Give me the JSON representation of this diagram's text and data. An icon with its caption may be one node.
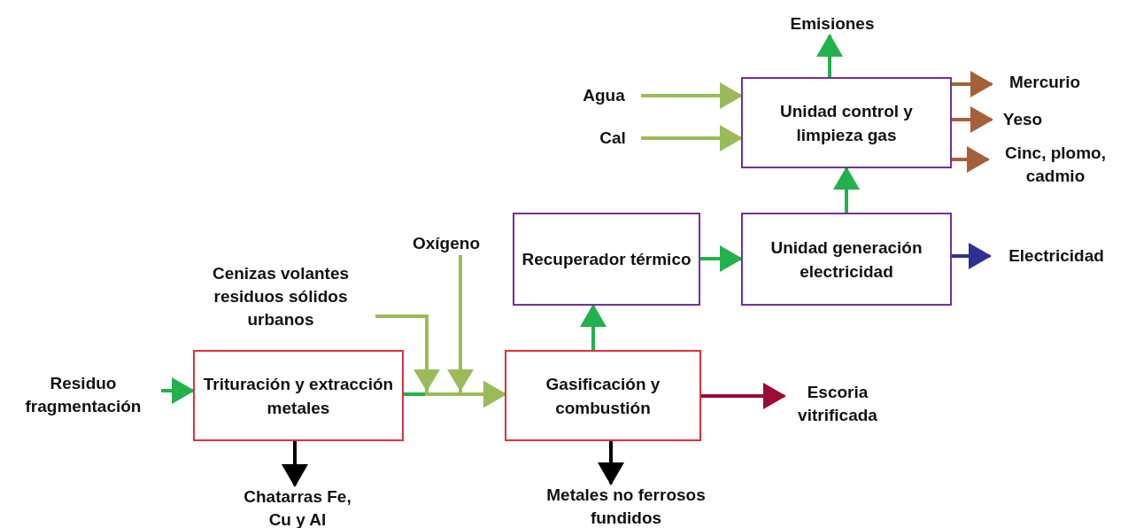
{
  "diagram": {
    "nodes": [
      {
        "text": [
          "Emisiones"
        ]
      },
      {
        "text": [
          "Agua"
        ]
      },
      {
        "text": [
          "Cal"
        ]
      },
      {
        "text": [
          "Unidad control y limpieza gas"
        ]
      },
      {
        "text": [
          "Mercurio"
        ]
      },
      {
        "text": [
          "Yeso"
        ]
      },
      {
        "text": [
          "Cinc, plomo, cadmio"
        ]
      },
      {
        "text": [
          "Oxígeno"
        ]
      },
      {
        "text": [
          "Recuperador térmico"
        ]
      },
      {
        "text": [
          "Unidad generación electricidad"
        ]
      },
      {
        "text": [
          "Electricidad"
        ]
      },
      {
        "text": [
          "Cenizas volantes residuos sólidos urbanos"
        ]
      },
      {
        "text": [
          "Residuo fragmentación"
        ]
      },
      {
        "text": [
          "Trituración y extracción metales"
        ]
      },
      {
        "text": [
          "Gasificación y combustión"
        ]
      },
      {
        "text": [
          "Escoria vitrificada"
        ]
      },
      {
        "text": [
          "Chatarras Fe, Cu y Al"
        ]
      },
      {
        "text": [
          "Metales no ferrosos fundidos"
        ]
      }
    ],
    "edges": [
      {
        "from": 3,
        "to": 0,
        "arrow": "to"
      },
      {
        "from": 1,
        "to": 3,
        "arrow": "to",
        "color": "#9bbb59"
      },
      {
        "from": 2,
        "to": 3,
        "arrow": "to",
        "color": "#9bbb59"
      },
      {
        "from": 3,
        "to": 4,
        "arrow": "to",
        "color": "#a5603a"
      },
      {
        "from": 3,
        "to": 5,
        "arrow": "to",
        "color": "#a5603a"
      },
      {
        "from": 3,
        "to": 6,
        "arrow": "to",
        "color": "#a5603a"
      },
      {
        "from": 9,
        "to": 3,
        "arrow": "to"
      },
      {
        "from": 8,
        "to": 9,
        "arrow": "to"
      },
      {
        "from": 9,
        "to": 10,
        "arrow": "to",
        "color": "#2e3192"
      },
      {
        "from": 14,
        "to": 8,
        "arrow": "to"
      },
      {
        "from": 12,
        "to": 13,
        "arrow": "to"
      },
      {
        "from": 13,
        "to": 14,
        "arrow": "to"
      },
      {
        "from": 11,
        "to": 14,
        "arrow": "to",
        "color": "#9bbb59"
      },
      {
        "from": 7,
        "to": 14,
        "arrow": "to",
        "color": "#9bbb59"
      },
      {
        "from": 14,
        "to": 15,
        "arrow": "to",
        "color": "#9b0b35"
      },
      {
        "from": 13,
        "to": 16,
        "arrow": "to",
        "color": "#000000"
      },
      {
        "from": 14,
        "to": 17,
        "arrow": "to",
        "color": "#000000"
      }
    ]
  }
}
